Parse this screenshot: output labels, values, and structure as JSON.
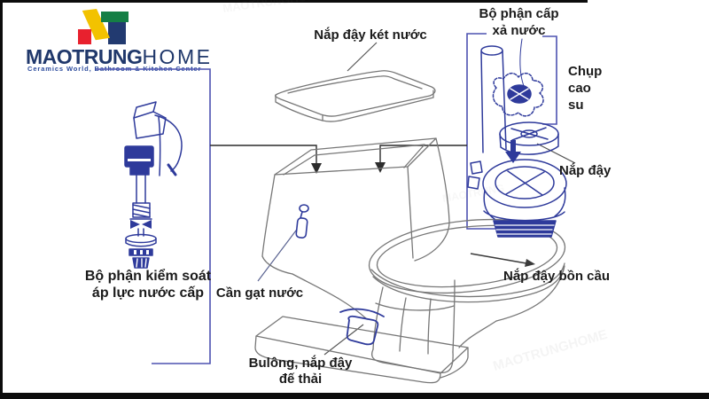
{
  "logo": {
    "brand_bold": "MAOTRUNG",
    "brand_light": "HOME",
    "tagline": "Ceramics World, Bathroom & Kitchen Center",
    "icon_colors": {
      "yellow": "#f2c200",
      "green": "#157f45",
      "red": "#e8212e",
      "navy": "#223a70"
    }
  },
  "labels": {
    "tank_lid": "Nắp đậy két nước",
    "flush_assembly_line1": "Bộ phận cấp",
    "flush_assembly_line2": "xả nước",
    "rubber_cap_line1": "Chụp",
    "rubber_cap_line2": "cao",
    "rubber_cap_line3": "su",
    "valve_cover": "Nắp đậy",
    "seat_cover": "Nắp đậy bồn cầu",
    "fill_valve_line1": "Bộ phận kiểm soát",
    "fill_valve_line2": "áp lực nước cấp",
    "flush_lever": "Cần gạt nước",
    "bolt_cover_line1": "Bulông, nắp đậy",
    "bolt_cover_line2": "đế thải"
  },
  "colors": {
    "label_text": "#1b1b1b",
    "blueprint_blue": "#2e3a9b",
    "bracket_blue": "#4d52b0",
    "toilet_gray": "#777777",
    "connector_dark": "#2c2c2c",
    "brand_navy": "#20386b"
  }
}
